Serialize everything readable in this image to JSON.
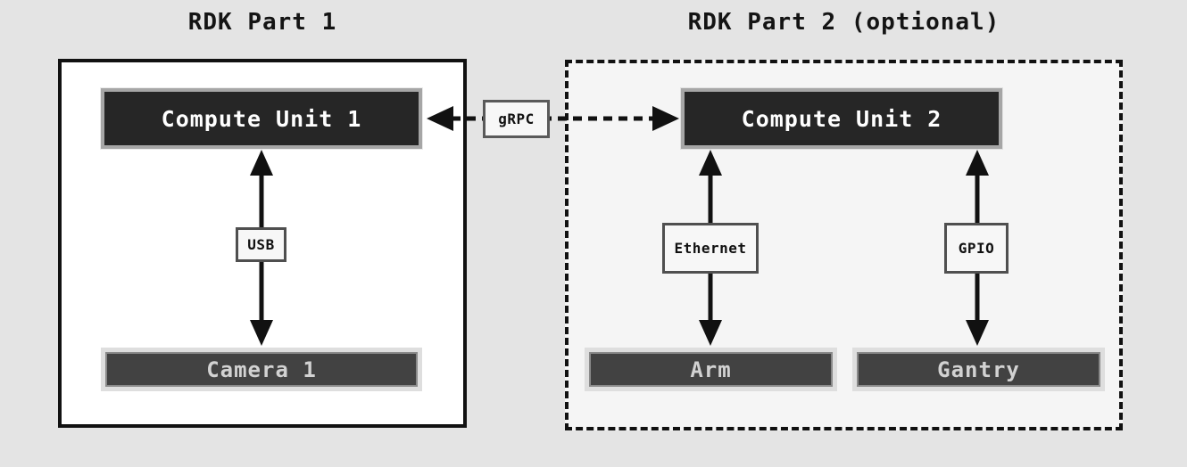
{
  "diagram": {
    "background_color": "#e4e4e4",
    "colors": {
      "compute_box_fill": "#262626",
      "compute_box_border": "#a6a6a6",
      "device_box_fill": "#424242",
      "device_box_border": "#dedede",
      "label_box_fill": "#f7f7f7",
      "label_box_border": "#4f4f4f",
      "part1_fill": "#ffffff",
      "part2_fill": "#f5f5f5",
      "line_color": "#111111"
    },
    "part1": {
      "title": "RDK Part 1",
      "border_style": "solid",
      "compute_unit": "Compute Unit 1",
      "connection": {
        "bus_label": "USB",
        "device": "Camera 1",
        "arrow": "bidirectional"
      }
    },
    "link": {
      "label": "gRPC",
      "style": "dashed",
      "arrow": "bidirectional",
      "from": "Compute Unit 1",
      "to": "Compute Unit 2"
    },
    "part2": {
      "title": "RDK Part 2 (optional)",
      "border_style": "dashed",
      "compute_unit": "Compute Unit 2",
      "connections": [
        {
          "bus_label": "Ethernet",
          "device": "Arm",
          "arrow": "bidirectional"
        },
        {
          "bus_label": "GPIO",
          "device": "Gantry",
          "arrow": "bidirectional"
        }
      ]
    }
  }
}
